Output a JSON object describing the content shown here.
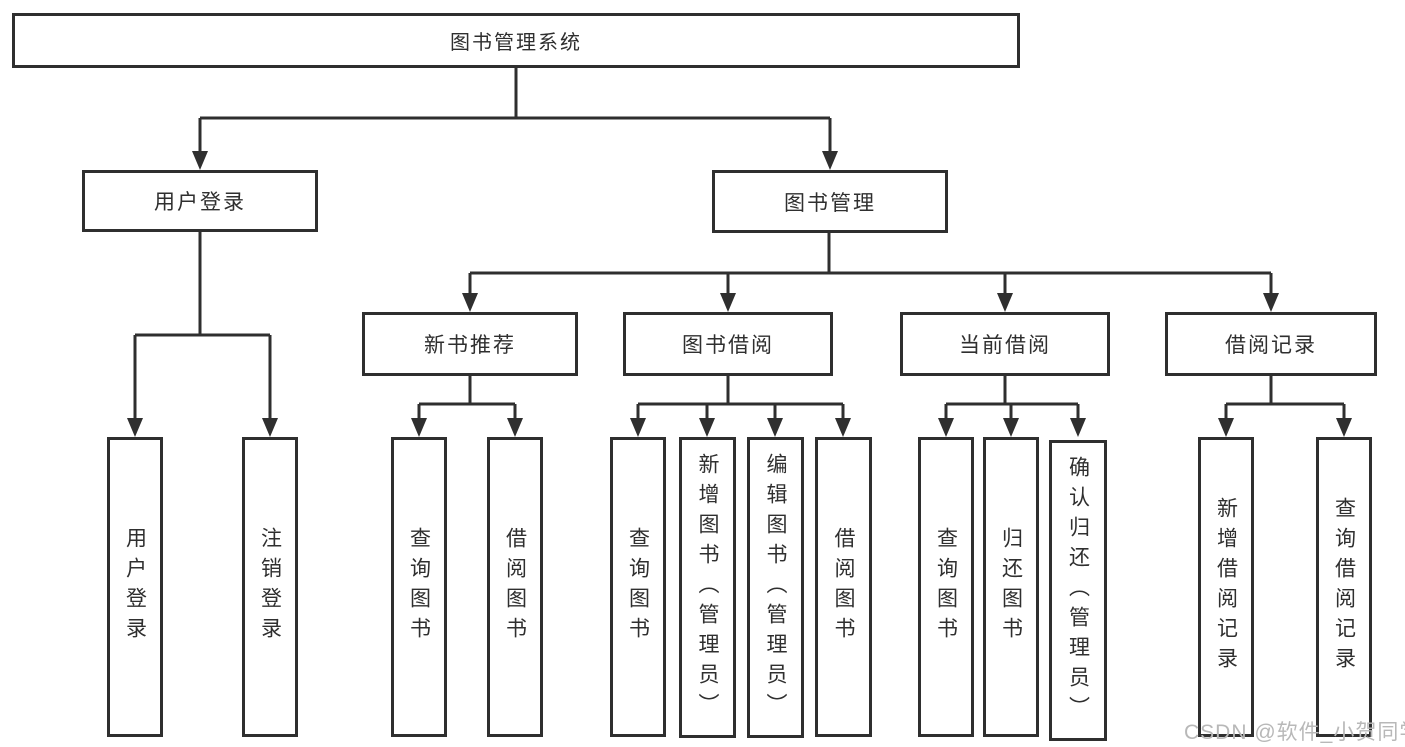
{
  "tree": {
    "root": {
      "label": "图书管理系统"
    },
    "branches": [
      {
        "label": "用户登录",
        "children": [
          {
            "label": "用户登录"
          },
          {
            "label": "注销登录"
          }
        ]
      },
      {
        "label": "图书管理",
        "children": [
          {
            "label": "新书推荐",
            "children": [
              {
                "label": "查询图书"
              },
              {
                "label": "借阅图书"
              }
            ]
          },
          {
            "label": "图书借阅",
            "children": [
              {
                "label": "查询图书"
              },
              {
                "label": "新增图书（管理员）"
              },
              {
                "label": "编辑图书（管理员）"
              },
              {
                "label": "借阅图书"
              }
            ]
          },
          {
            "label": "当前借阅",
            "children": [
              {
                "label": "查询图书"
              },
              {
                "label": "归还图书"
              },
              {
                "label": "确认归还（管理员）"
              }
            ]
          },
          {
            "label": "借阅记录",
            "children": [
              {
                "label": "新增借阅记录"
              },
              {
                "label": "查询借阅记录"
              }
            ]
          }
        ]
      }
    ]
  },
  "watermark": {
    "text": "CSDN @软件_小贺同学"
  },
  "colors": {
    "line": "#2f2f2f",
    "box_background": "#ffffff",
    "text": "#2f2f2f",
    "watermark": "#b8b8b8"
  }
}
